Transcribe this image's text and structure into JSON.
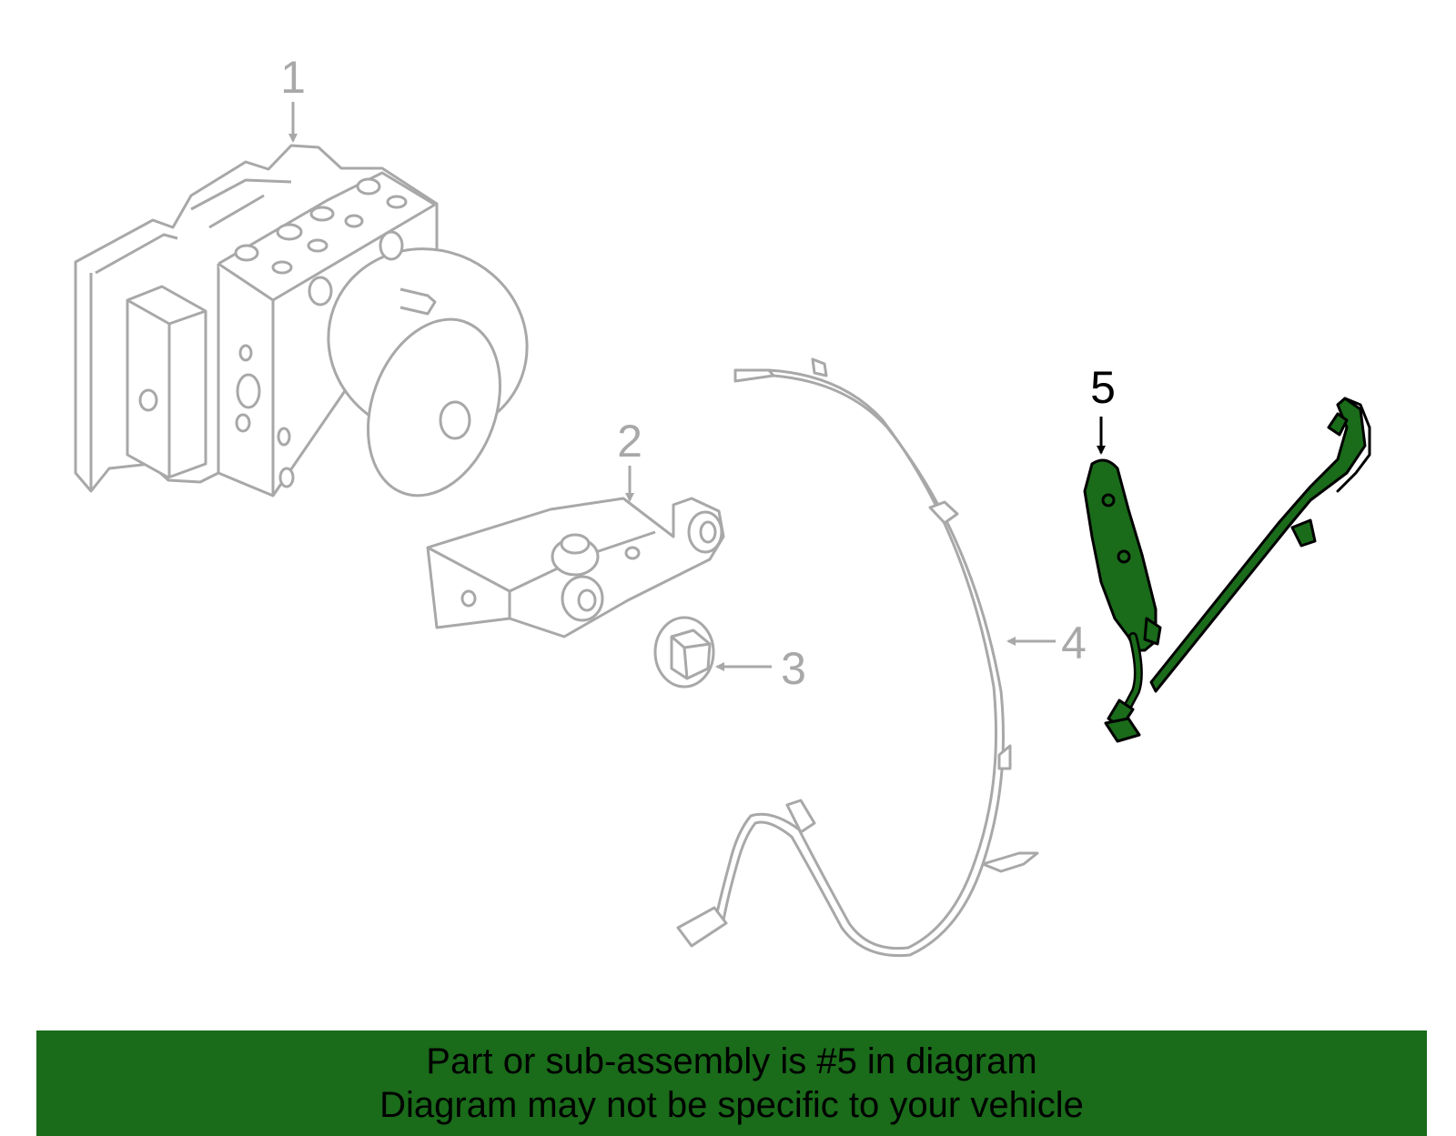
{
  "colors": {
    "faded_part": "#a8a8a8",
    "highlight_fill": "#1a6b1a",
    "highlight_stroke": "#000000",
    "banner_bg": "#1a6b1a",
    "banner_text": "#000000",
    "background": "#ffffff"
  },
  "callouts": {
    "part1": "1",
    "part2": "2",
    "part3": "3",
    "part4": "4",
    "part5": "5"
  },
  "parts": [
    {
      "number": "1",
      "icon": "abs-modulator-icon",
      "highlighted": false
    },
    {
      "number": "2",
      "icon": "mounting-bracket-icon",
      "highlighted": false
    },
    {
      "number": "3",
      "icon": "flange-nut-icon",
      "highlighted": false
    },
    {
      "number": "4",
      "icon": "sensor-cable-icon",
      "highlighted": false
    },
    {
      "number": "5",
      "icon": "wheel-speed-sensor-icon",
      "highlighted": true
    }
  ],
  "banner": {
    "line1": "Part or sub-assembly is #5 in diagram",
    "line2": "Diagram may not be specific to your vehicle"
  }
}
